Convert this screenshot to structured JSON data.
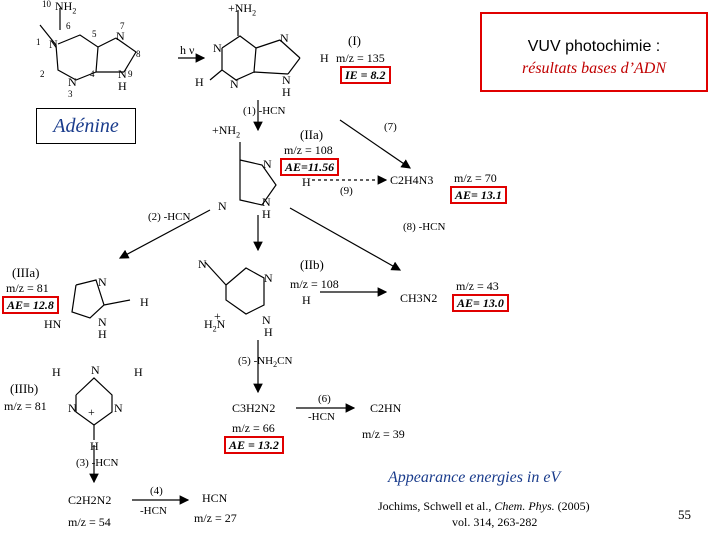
{
  "title": {
    "line1": "VUV photochimie :",
    "line2": "résultats bases d’ADN"
  },
  "adenine": {
    "label": "Adénine",
    "atoms": {
      "nh2": "NH",
      "nh2_sub": "2",
      "n1": "N",
      "n3": "N",
      "n7": "N",
      "n9": "N",
      "n9h": "H"
    },
    "numbers": {
      "n1": "1",
      "n2": "2",
      "n3": "3",
      "n4": "4",
      "n5": "5",
      "n6": "6",
      "n7": "7",
      "n8": "8",
      "n9": "9",
      "n10": "10"
    }
  },
  "excitation": "h ν",
  "ion_I": {
    "label": "(I)",
    "mass": "m/z = 135",
    "energy": "IE = 8.2",
    "nh2": "+NH",
    "nh2_sub": "2",
    "h": "H",
    "n": "N"
  },
  "steps": {
    "s1": "(1)  -HCN",
    "s2": "(2)  -HCN",
    "s3": "(3)  -HCN",
    "s4a": "(4)",
    "s4b": "-HCN",
    "s5": "(5)  -NH",
    "s5_sub": "2",
    "s5_tail": "CN",
    "s6a": "(6)",
    "s6b": "-HCN",
    "s7": "(7)",
    "s8": "(8)  -HCN",
    "s9": "(9)"
  },
  "ion_IIa": {
    "label": "(IIa)",
    "mass": "m/z = 108",
    "energy": "AE=11.56",
    "nh2": "+NH",
    "nh2_sub": "2",
    "n": "N",
    "h": "H"
  },
  "ion_IIb": {
    "label": "(IIb)",
    "mass": "m/z = 108",
    "n": "N",
    "h": "H",
    "h2n": "H",
    "h2n_sub": "2",
    "h2n_tail": "N",
    "plus": "+"
  },
  "ion_IIIa": {
    "label": "(IIIa)",
    "mass": "m/z = 81",
    "energy": "AE= 12.8",
    "n": "N",
    "h": "H",
    "hn": "HN"
  },
  "ion_IIIb": {
    "label": "(IIIb)",
    "mass": "m/z = 81",
    "n": "N",
    "h": "H",
    "plus": "+"
  },
  "frag_70": {
    "formula": "C2H4N3",
    "mass": "m/z = 70",
    "energy": "AE= 13.1"
  },
  "frag_43": {
    "formula": "CH3N2",
    "mass": "m/z = 43",
    "energy": "AE= 13.0"
  },
  "frag_66": {
    "formula": "C3H2N2",
    "mass": "m/z = 66",
    "energy": "AE = 13.2"
  },
  "frag_39": {
    "formula": "C2HN",
    "mass": "m/z = 39"
  },
  "frag_54": {
    "formula": "C2H2N2",
    "mass": "m/z = 54"
  },
  "frag_27": {
    "formula": "HCN",
    "mass": "m/z = 27"
  },
  "footer": {
    "heading": "Appearance energies in eV",
    "authors": "Jochims, Schwell et al., ",
    "journal": "Chem. Phys.",
    "year": " (2005)",
    "volume": "vol. 314, 263-282",
    "page_number": "55"
  },
  "colors": {
    "accent_red": "#e00000",
    "title_red": "#c00000",
    "blue": "#1a3c8c"
  }
}
